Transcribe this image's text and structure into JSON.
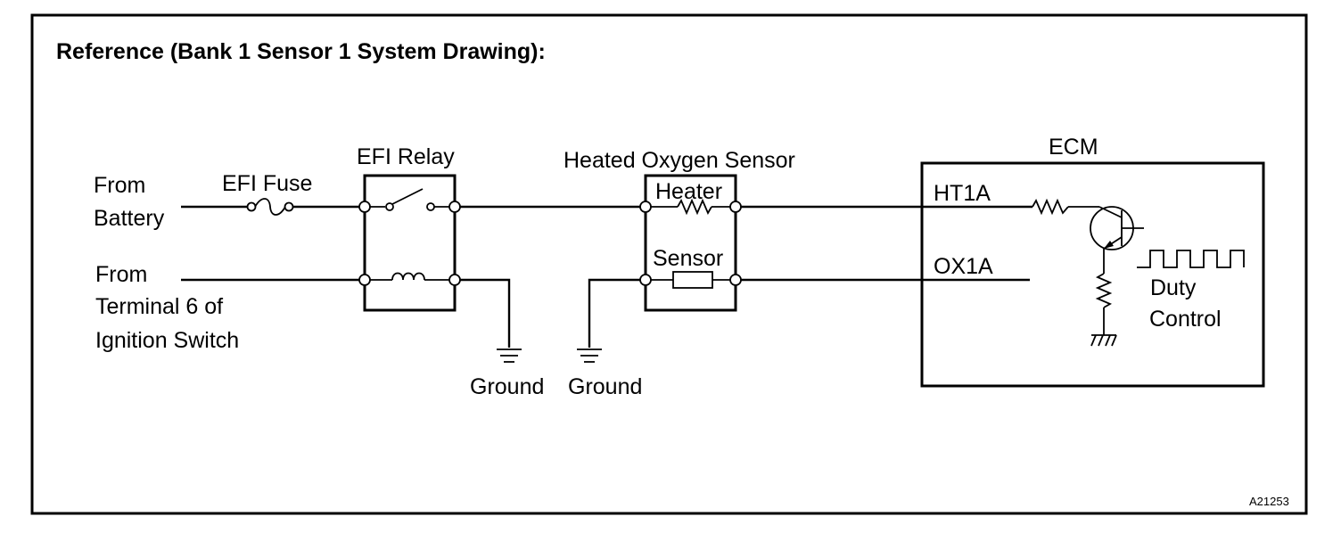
{
  "title": "Reference (Bank 1 Sensor 1 System Drawing):",
  "sources": {
    "battery_line1": "From",
    "battery_line2": "Battery",
    "ignition_line1": "From",
    "ignition_line2": "Terminal 6 of",
    "ignition_line3": "Ignition Switch"
  },
  "fuse_label": "EFI Fuse",
  "relay_label": "EFI Relay",
  "sensor_assembly": {
    "label": "Heated Oxygen Sensor",
    "heater_label": "Heater",
    "sensor_label": "Sensor"
  },
  "grounds": [
    "Ground",
    "Ground"
  ],
  "ecm": {
    "label": "ECM",
    "terminal_heater": "HT1A",
    "terminal_sensor": "OX1A",
    "duty_line1": "Duty",
    "duty_line2": "Control"
  },
  "figure_code": "A21253"
}
